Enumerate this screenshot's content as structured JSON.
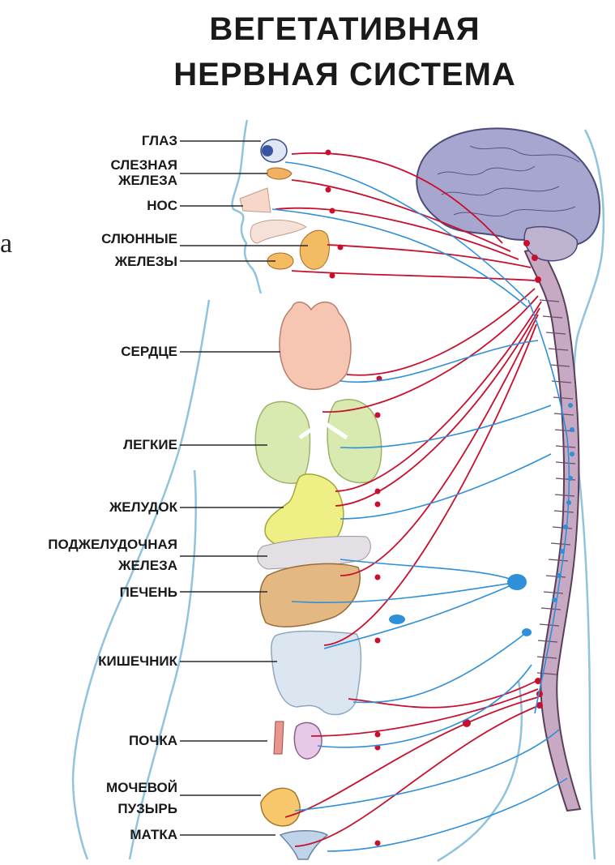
{
  "title": {
    "line1": "ВЕГЕТАТИВНАЯ",
    "line2": "НЕРВНАЯ СИСТЕМА"
  },
  "stray_glyph": "а",
  "organs": {
    "eye": "ГЛАЗ",
    "lacrimal_1": "СЛЕЗНАЯ",
    "lacrimal_2": "ЖЕЛЕЗА",
    "nose": "НОС",
    "salivary_1": "СЛЮННЫЕ",
    "salivary_2": "ЖЕЛЕЗЫ",
    "heart": "СЕРДЦЕ",
    "lungs": "ЛЕГКИЕ",
    "stomach": "ЖЕЛУДОК",
    "pancreas_1": "ПОДЖЕЛУДОЧНАЯ",
    "pancreas_2": "ЖЕЛЕЗА",
    "liver": "ПЕЧЕНЬ",
    "intestine": "КИШЕЧНИК",
    "kidney": "ПОЧКА",
    "bladder_1": "МОЧЕВОЙ",
    "bladder_2": "ПУЗЫРЬ",
    "uterus": "МАТКА"
  },
  "colors": {
    "parasympathetic": "#c8102e",
    "sympathetic": "#2f8fd8",
    "body_outline": "#8fc3de",
    "brain": "#a7a6cf",
    "spine": "#c8a9c4"
  }
}
